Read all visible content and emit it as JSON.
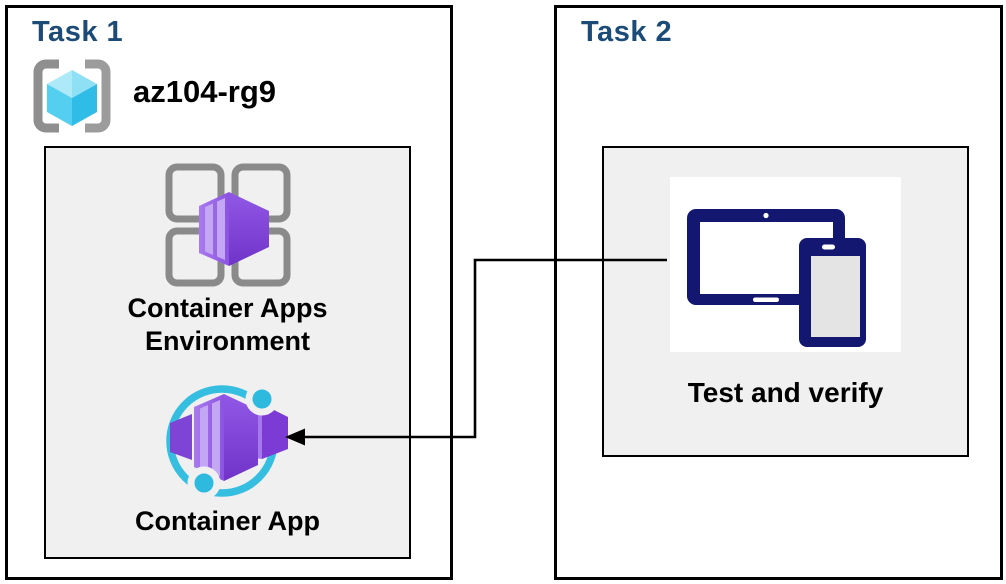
{
  "task1": {
    "title": "Task 1",
    "resource_group_name": "az104-rg9",
    "environment_label": "Container Apps Environment",
    "app_label": "Container App"
  },
  "task2": {
    "title": "Task 2",
    "label": "Test and verify"
  },
  "icons": {
    "resource_group": "resource-group-icon",
    "environment": "container-apps-environment-icon",
    "container_app": "container-app-icon",
    "devices": "tablet-phone-icon"
  },
  "connector": {
    "from": "tablet-phone-icon",
    "to": "container-app-icon",
    "style": "elbow-arrow"
  },
  "colors": {
    "task_title": "#1C4B77",
    "panel_fill": "#F0F0F0",
    "border": "#000000",
    "container_purple": "#8A52E2",
    "app_cyan": "#35BEE0",
    "device_navy": "#14176F",
    "bracket_gray": "#8F8F8F",
    "cube_cyan": "#3EC6EC"
  }
}
